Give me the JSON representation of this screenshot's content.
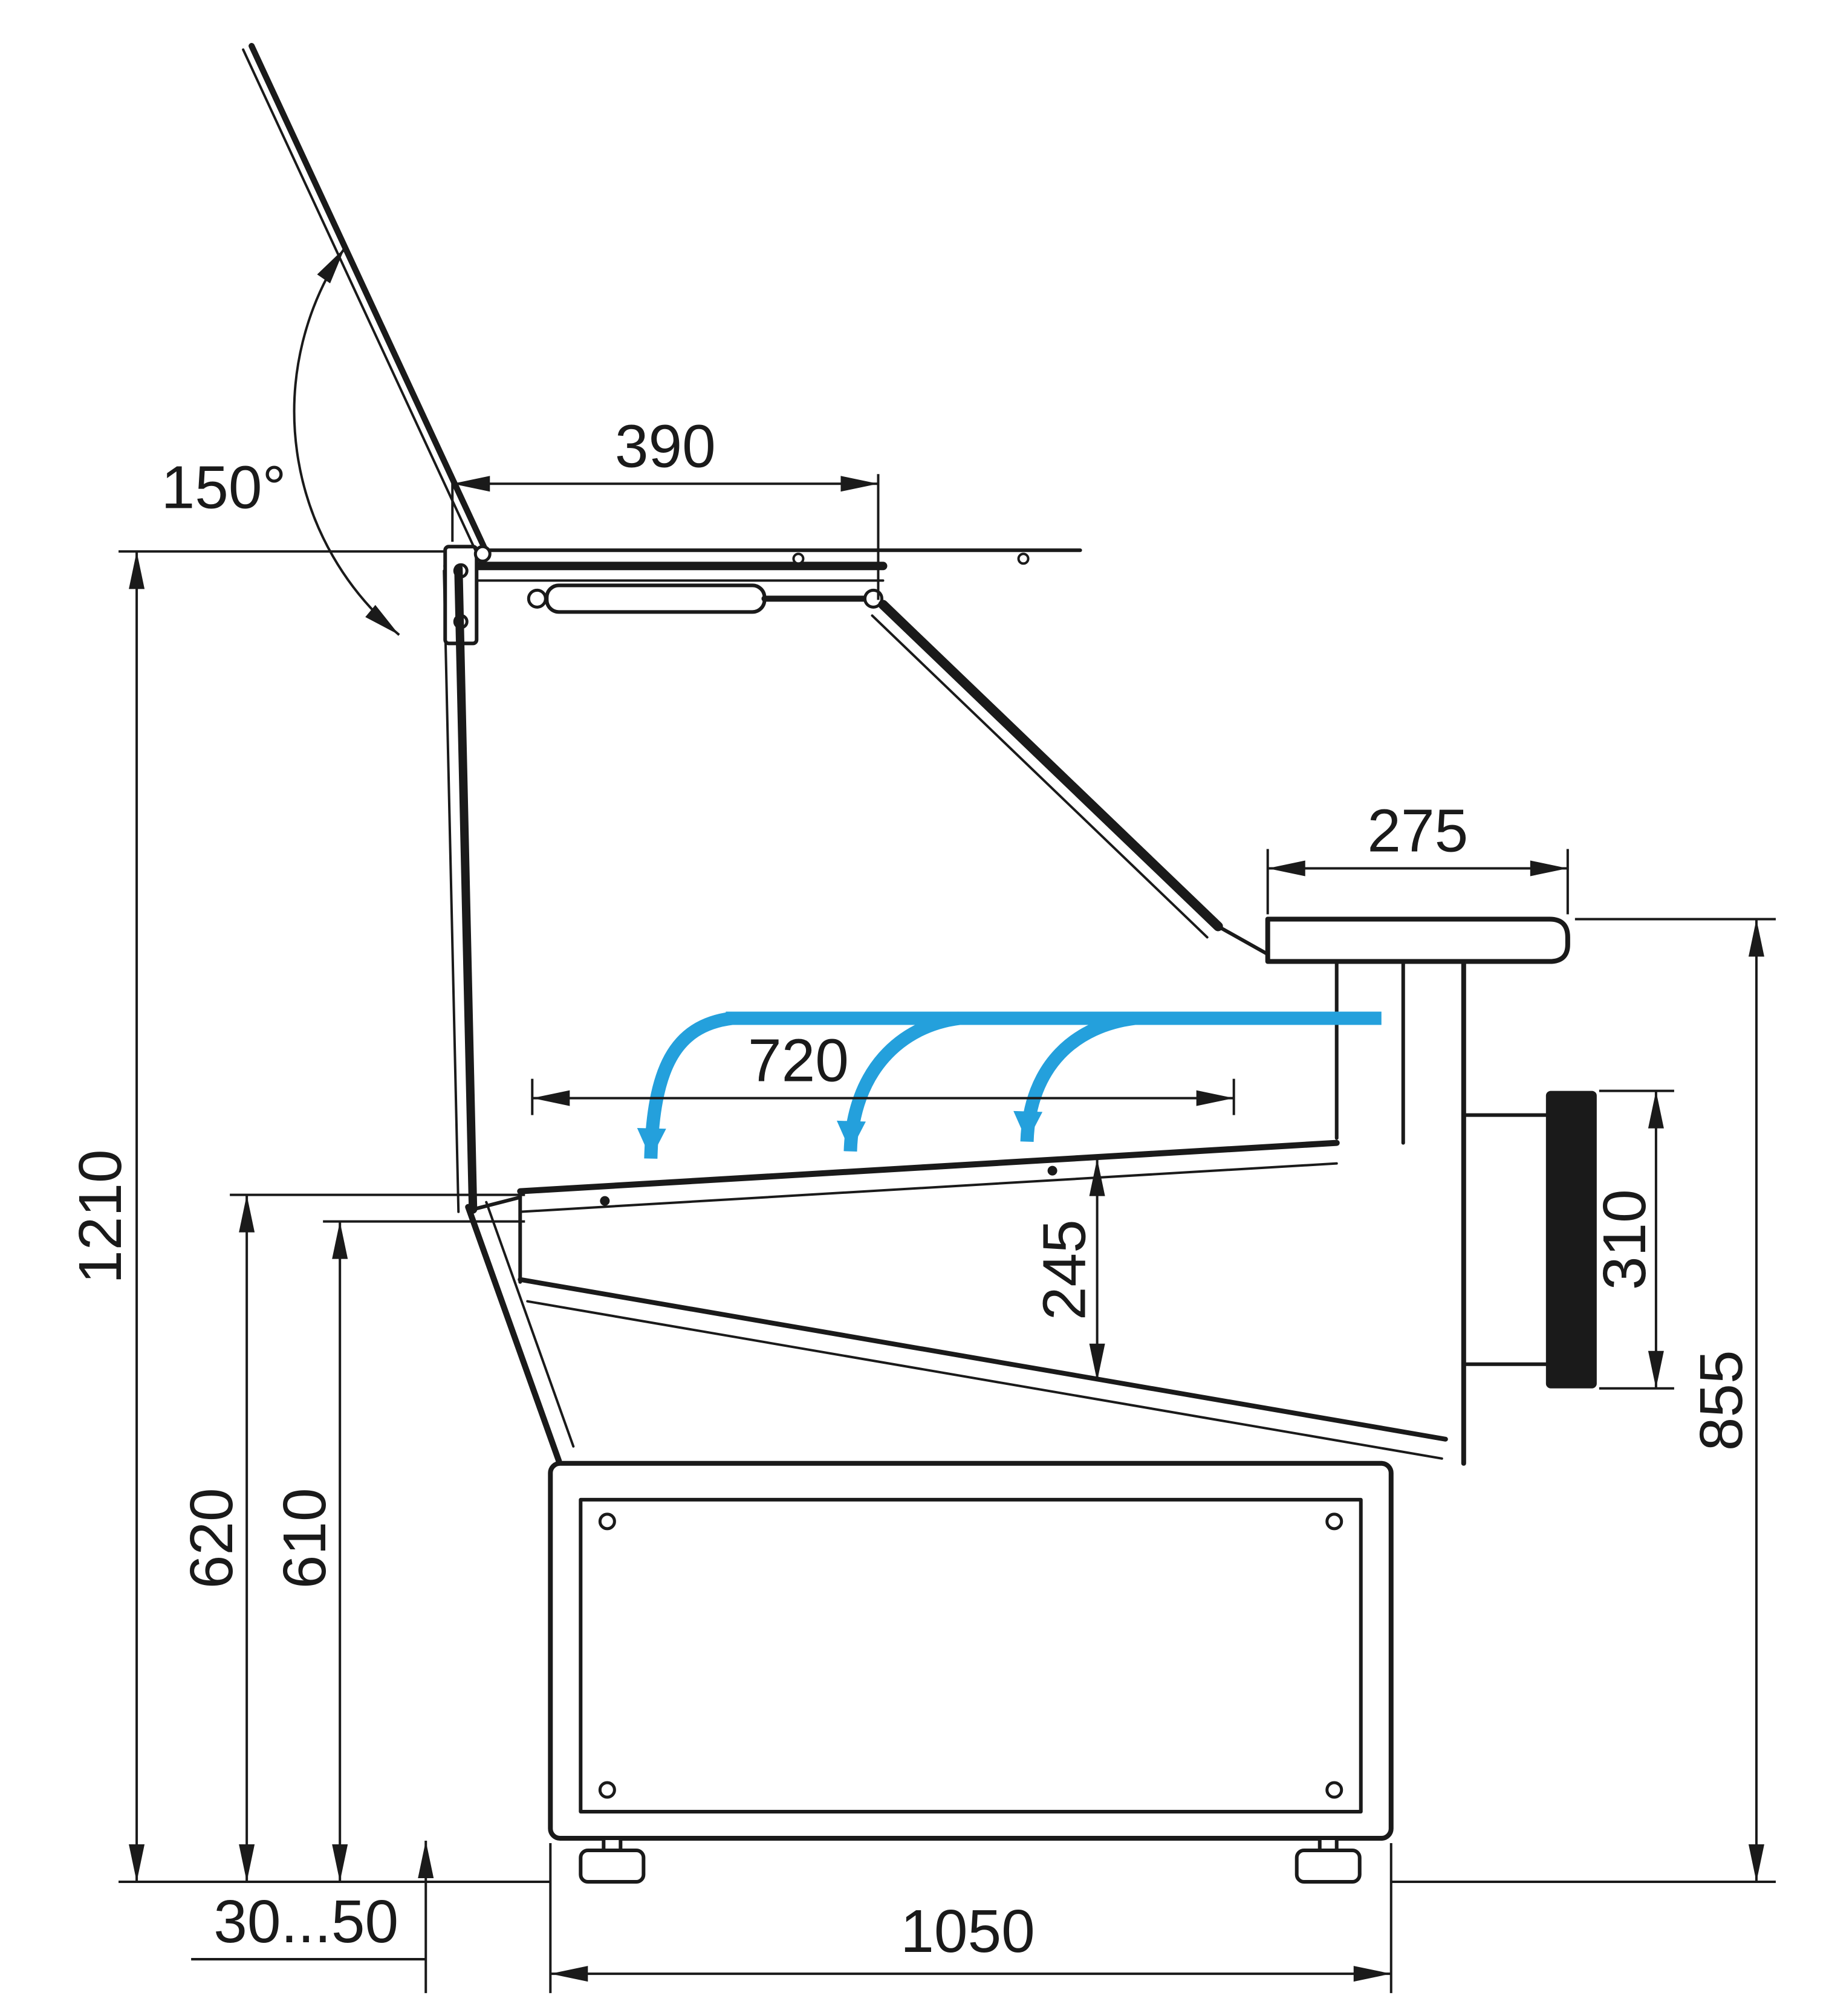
{
  "diagram": {
    "colors": {
      "line": "#1a1a1a",
      "airflow": "#24a0dc",
      "background": "#ffffff"
    },
    "labels": {
      "lid_angle": "150°",
      "lid_depth": "390",
      "rear_counter_depth": "275",
      "display_deck_depth": "720",
      "overall_height": "1210",
      "front_glass_height": "620",
      "deck_height": "610",
      "well_height": "245",
      "rear_panel_height": "310",
      "rear_height": "855",
      "leg_adjustment": "30...50",
      "base_depth": "1050"
    }
  }
}
